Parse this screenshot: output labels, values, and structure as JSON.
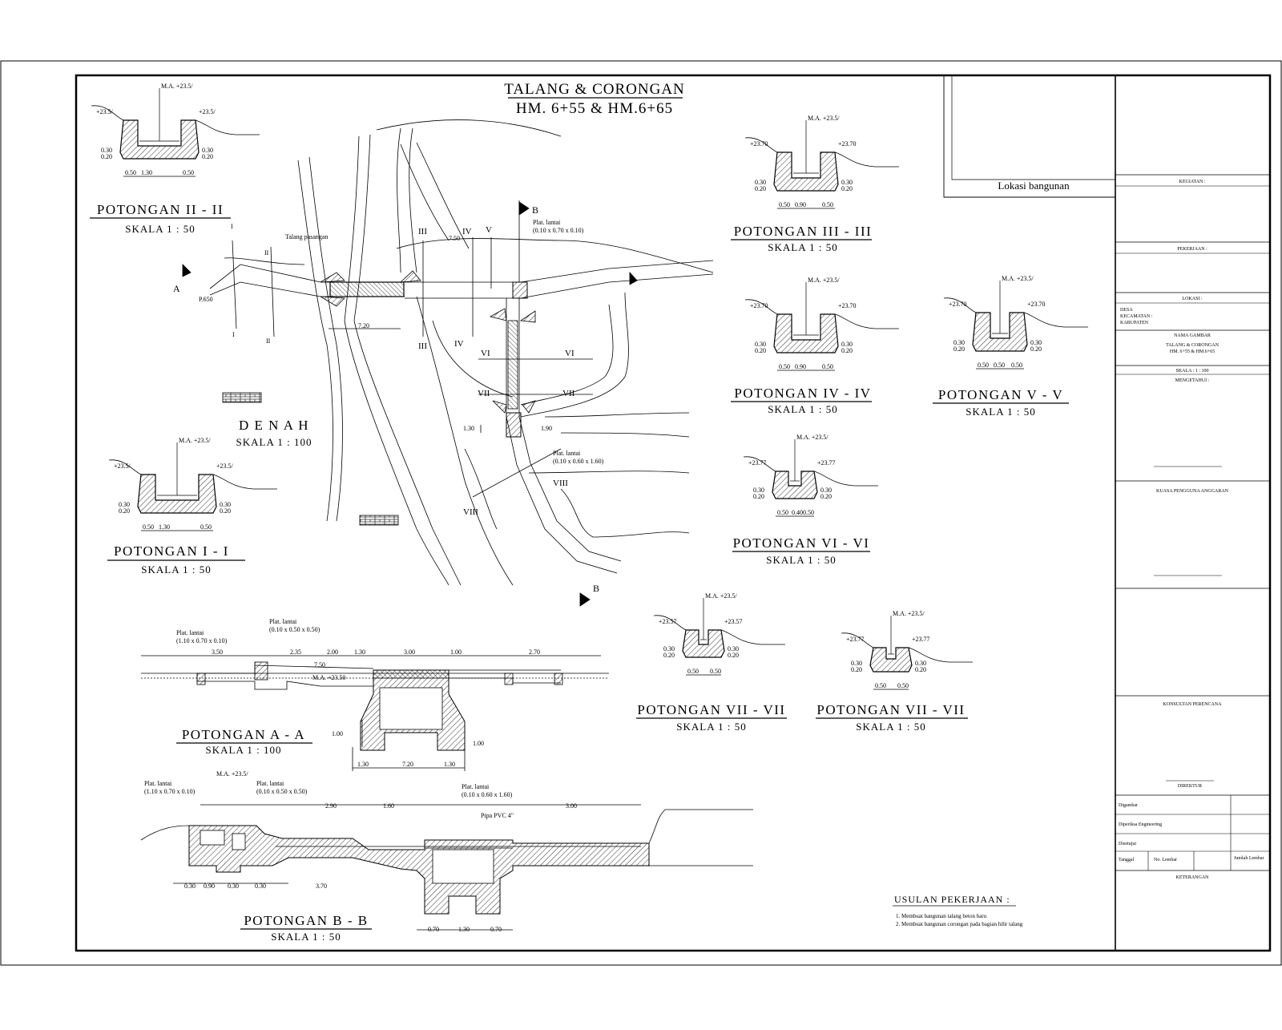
{
  "drawing": {
    "title": "TALANG & CORONGAN",
    "subtitle": "HM. 6+55 & HM.6+65",
    "location_label": "Lokasi bangunan"
  },
  "plan": {
    "title": "D E N A H",
    "scale": "SKALA 1 : 100",
    "labels": {
      "cut1": "I",
      "cut2": "II",
      "cut3": "III",
      "cut4": "IV",
      "cut5": "V",
      "cut6": "VI",
      "cut7": "VII",
      "cut8": "VIII",
      "arrowA": "A",
      "arrowB": "B",
      "dim_720": "7.20",
      "dim_750": "7.50",
      "dim_130": "1.30",
      "dim_190": "1.90",
      "dim_650": "P.650",
      "plat1": "Plat. lantai",
      "plat2": "(0.10 x 0.70 x 0.10)",
      "talang": "Talang pasangan",
      "plat3": "(0.10 x 0.60 x 1.60)"
    }
  },
  "sections": {
    "s2": {
      "title": "POTONGAN  II - II",
      "scale": "SKALA 1 : 50",
      "ma": "M.A. +23.5/",
      "elev": "+23.5/",
      "d1": "0.50",
      "d2": "1.30",
      "d3": "0.50",
      "h1": "0.30",
      "h2": "0.20"
    },
    "s1": {
      "title": "POTONGAN  I - I",
      "scale": "SKALA 1 : 50",
      "ma": "M.A. +23.5/",
      "elev": "+23.5/",
      "d1": "0.50",
      "d2": "1.30",
      "d3": "0.50",
      "h1": "0.30",
      "h2": "0.20"
    },
    "s3": {
      "title": "POTONGAN  III - III",
      "scale": "SKALA 1 : 50",
      "ma": "M.A. +23.5/",
      "elev": "+23.70",
      "d1": "0.50",
      "d2": "0.90",
      "d3": "0.50",
      "h1": "0.30",
      "h2": "0.20"
    },
    "s4": {
      "title": "POTONGAN  IV - IV",
      "scale": "SKALA 1 : 50",
      "ma": "M.A. +23.5/",
      "elev": "+23.70",
      "d1": "0.50",
      "d2": "0.90",
      "d3": "0.50",
      "h1": "0.30",
      "h2": "0.20"
    },
    "s5": {
      "title": "POTONGAN  V - V",
      "scale": "SKALA 1 : 50",
      "ma": "M.A. +23.5/",
      "elev": "+23.70",
      "d1": "0.50",
      "d2": "0.50",
      "d3": "0.50",
      "h1": "0.30",
      "h2": "0.20"
    },
    "s6": {
      "title": "POTONGAN  VI - VI",
      "scale": "SKALA 1 : 50",
      "ma": "M.A. +23.5/",
      "elev": "+23.77",
      "d1": "0.50",
      "d2": "0.40",
      "d3": "0.50",
      "h1": "0.30",
      "h2": "0.20"
    },
    "s7a": {
      "title": "POTONGAN  VII - VII",
      "scale": "SKALA 1 : 50",
      "ma": "M.A. +23.5/",
      "elev": "+23.57",
      "d1": "0.50",
      "d2": "0.50",
      "h1": "0.30",
      "h2": "0.20"
    },
    "s7b": {
      "title": "POTONGAN  VII - VII",
      "scale": "SKALA 1 : 50",
      "ma": "M.A. +23.5/",
      "elev": "+23.77",
      "d1": "0.50",
      "d2": "0.50",
      "h1": "0.30",
      "h2": "0.20"
    },
    "sAA": {
      "title": "POTONGAN  A - A",
      "scale": "SKALA 1 : 100",
      "plat1": "Plat. lantai",
      "plat1b": "(1.10 x 0.70 x 0.10)",
      "plat2": "Plat. lantai",
      "plat2b": "(0.10 x 0.50 x 0.50)",
      "ma": "M.A. +23.50",
      "d1": "3.50",
      "d2": "2.35",
      "d3": "7.50",
      "d4": "2.00",
      "d5": "1.30",
      "d6": "3.00",
      "d7": "1.00",
      "d8": "2.70",
      "d9": "1.30",
      "d10": "7.20",
      "d11": "1.30",
      "h1": "1.00",
      "h2": "1.00"
    },
    "sBB": {
      "title": "POTONGAN  B - B",
      "scale": "SKALA 1 : 50",
      "plat1": "Plat. lantai",
      "plat1b": "(1.10 x 0.70 x 0.10)",
      "plat2": "Plat. lantai",
      "plat2b": "(0.10 x 0.50 x 0.50)",
      "plat3": "Plat. lantai",
      "plat3b": "(0.10 x 0.60 x 1.60)",
      "ma": "M.A. +23.5/",
      "pipa": "Pipa PVC 4\"",
      "d1": "0.30",
      "d2": "0.90",
      "d3": "0.30",
      "d4": "0.30",
      "d5": "3.70",
      "d6": "0.70",
      "d7": "1.30",
      "d8": "0.70",
      "d9": "3.00",
      "d10": "2.90",
      "d11": "1.60"
    }
  },
  "notes": {
    "title": "USULAN PEKERJAAN :",
    "items": [
      "1. Membuat bangunan talang beton baru",
      "2. Membuat bangunan corongan pada bagian hilir talang"
    ]
  },
  "title_block": {
    "kegiatan": "KEGIATAN :",
    "pekerjaan": "PEKERJAAN :",
    "lokasi": "LOKASI :",
    "lokasi_items": [
      "DESA",
      "KECAMATAN :",
      "KABUPATEN"
    ],
    "nama_gambar": "NAMA GAMBAR",
    "gambar_line1": "TALANG & CORONGAN",
    "gambar_line2": "HM. 6+55 & HM.6+65",
    "skala": "SKALA :    1 : 100",
    "mengetahui": "MENGETAHUI :",
    "pengguna": "KUASA PENGGUNA ANGGARAN",
    "konsultan": "KONSULTAN PERENCANA",
    "direktur": "DIREKTUR",
    "rows": [
      "Digambar",
      "Diperiksa Engineering",
      "Disetujui",
      "Tanggal",
      "No. Lembar",
      "Jumlah Lembar"
    ],
    "keterangan": "KETERANGAN"
  }
}
